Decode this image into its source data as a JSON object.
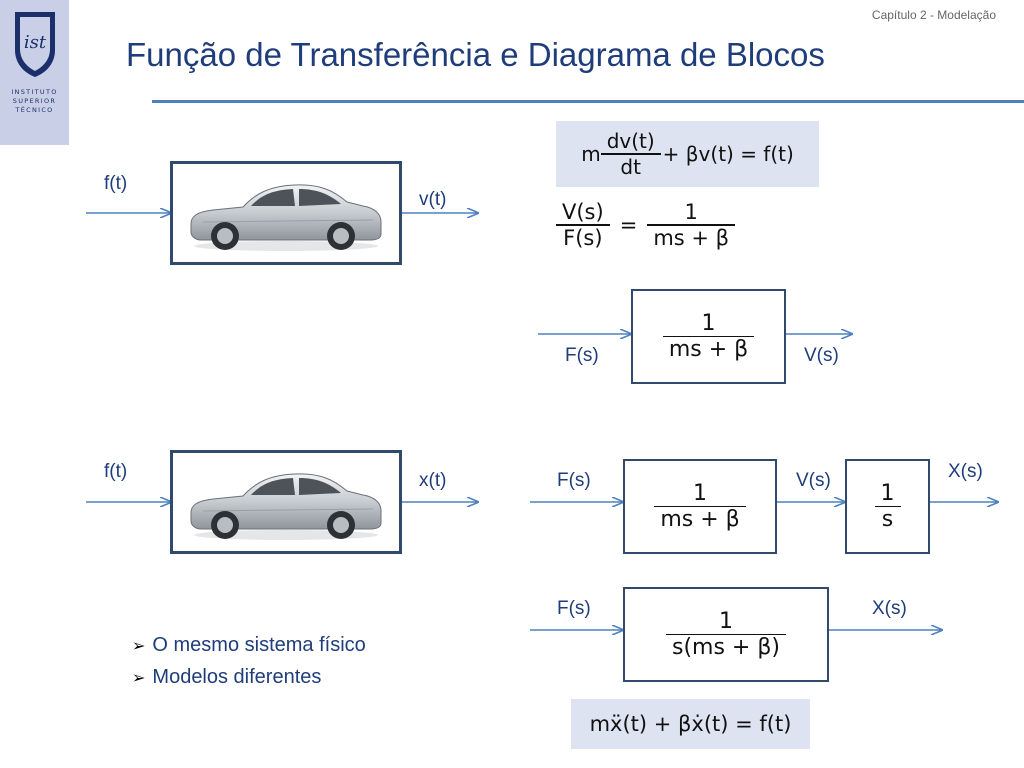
{
  "header": {
    "chapter": "Capítulo 2 - Modelação",
    "title": "Função de Transferência e Diagrama de Blocos"
  },
  "logo": {
    "line1": "INSTITUTO",
    "line2": "SUPERIOR",
    "line3": "TÉCNICO"
  },
  "diagram1": {
    "input": "f(t)",
    "output": "v(t)",
    "block_image": "car-image"
  },
  "equation1": {
    "lhs_coef": "m",
    "lhs_num": "dv(t)",
    "lhs_den": "dt",
    "rhs": "+ βv(t) = f(t)"
  },
  "tf1": {
    "lhs_num": "V(s)",
    "lhs_den": "F(s)",
    "eq": "=",
    "rhs_num": "1",
    "rhs_den": "ms + β"
  },
  "block_tf": {
    "input": "F(s)",
    "output": "V(s)",
    "num": "1",
    "den": "ms + β"
  },
  "diagram2": {
    "input": "f(t)",
    "output": "x(t)",
    "block_image": "car-image"
  },
  "cascade": {
    "input": "F(s)",
    "mid": "V(s)",
    "output": "X(s)",
    "b1_num": "1",
    "b1_den": "ms + β",
    "b2_num": "1",
    "b2_den": "s"
  },
  "combined": {
    "input": "F(s)",
    "output": "X(s)",
    "num": "1",
    "den": "s(ms + β)"
  },
  "equation2": {
    "text": "mẍ(t) + βẋ(t) = f(t)"
  },
  "bullets": [
    "O mesmo sistema físico",
    "Modelos diferentes"
  ],
  "colors": {
    "title": "#1f3d7a",
    "rule": "#4f81bd",
    "arrow": "#4f81bd",
    "box_border": "#2f4a6d",
    "eq_bg": "#dde3f0",
    "logo_bg": "#c9cfe6"
  }
}
